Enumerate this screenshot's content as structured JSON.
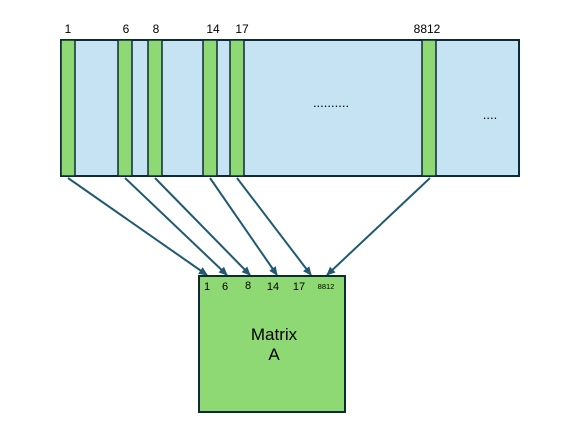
{
  "top_strip": {
    "column_labels": [
      "1",
      "6",
      "8",
      "14",
      "17",
      "8812"
    ],
    "ellipsis_middle": "..........",
    "ellipsis_right": "...."
  },
  "matrix": {
    "column_labels": [
      "1",
      "6",
      "8",
      "14",
      "17",
      "8812"
    ],
    "title_line1": "Matrix",
    "title_line2": "A"
  },
  "colors": {
    "strip_fill": "#c5e3f3",
    "highlight_fill": "#8ed973",
    "matrix_fill": "#8ed973",
    "border": "#0e2a36",
    "arrow": "#1f5a72"
  }
}
